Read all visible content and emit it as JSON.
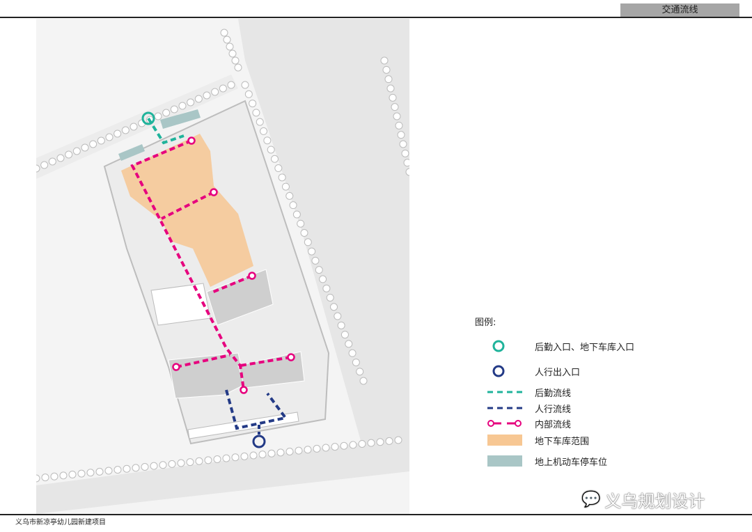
{
  "header": {
    "title": "交通流线"
  },
  "footer": {
    "project": "义乌市新凉亭幼儿园新建项目"
  },
  "legend": {
    "title": "图例:",
    "items": [
      {
        "label": "后勤入口、地下车库入口",
        "symbol": "teal-circle",
        "color": "#1fb39b"
      },
      {
        "label": "人行出入口",
        "symbol": "navy-circle",
        "color": "#233a86"
      },
      {
        "label": "后勤流线",
        "symbol": "teal-dash",
        "color": "#1fb39b"
      },
      {
        "label": "人行流线",
        "symbol": "navy-dash",
        "color": "#233a86"
      },
      {
        "label": "内部流线",
        "symbol": "magenta-dash-circles",
        "color": "#e6007e"
      },
      {
        "label": "地下车库范围",
        "symbol": "orange-fill",
        "color": "#f7c793"
      },
      {
        "label": "地上机动车停车位",
        "symbol": "teal-gray-fill",
        "color": "#a9c6c6"
      }
    ]
  },
  "watermark": {
    "text": "义乌规划设计"
  }
}
